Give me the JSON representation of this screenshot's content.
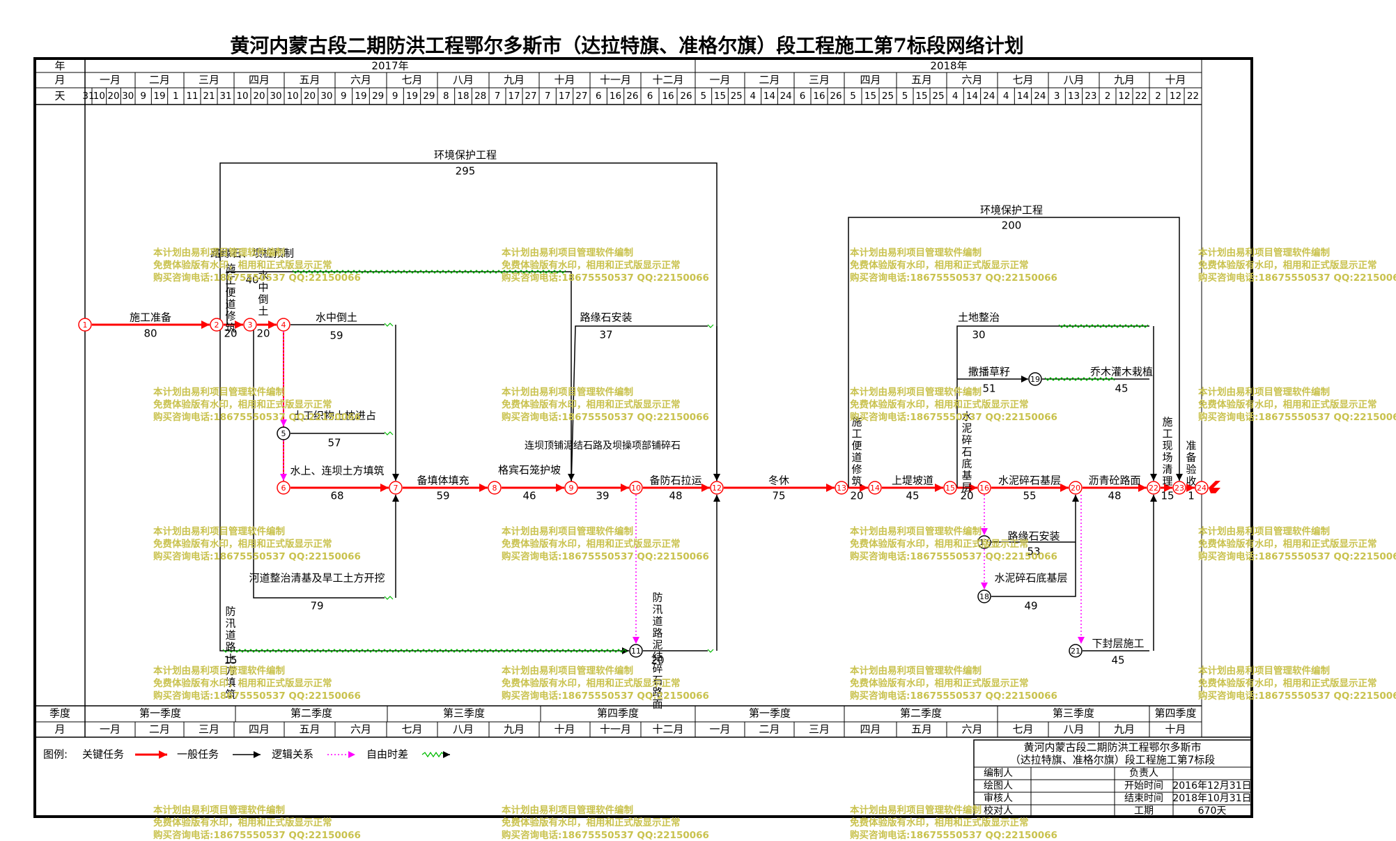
{
  "title": "黄河内蒙古段二期防洪工程鄂尔多斯市（达拉特旗、准格尔旗）段工程施工第7标段网络计划",
  "header": {
    "row_labels": {
      "year": "年",
      "month": "月",
      "day": "天"
    },
    "years": [
      "2017年",
      "2018年"
    ],
    "months_2017": [
      "一月",
      "二月",
      "三月",
      "四月",
      "五月",
      "六月",
      "七月",
      "八月",
      "九月",
      "十月",
      "十一月",
      "十二月"
    ],
    "months_2018": [
      "一月",
      "二月",
      "三月",
      "四月",
      "五月",
      "六月",
      "七月",
      "八月",
      "九月",
      "十月"
    ],
    "days": [
      "31",
      "10",
      "20",
      "30",
      "9",
      "19",
      "1",
      "11",
      "21",
      "31",
      "10",
      "20",
      "30",
      "10",
      "20",
      "30",
      "9",
      "19",
      "29",
      "9",
      "19",
      "29",
      "8",
      "18",
      "28",
      "7",
      "17",
      "27",
      "7",
      "17",
      "27",
      "6",
      "16",
      "26",
      "6",
      "16",
      "26",
      "5",
      "15",
      "25",
      "4",
      "14",
      "24",
      "6",
      "16",
      "26",
      "5",
      "15",
      "25",
      "5",
      "15",
      "25",
      "4",
      "14",
      "24",
      "4",
      "14",
      "24",
      "3",
      "13",
      "23",
      "2",
      "12",
      "22",
      "2",
      "12",
      "22"
    ]
  },
  "footer": {
    "row_labels": {
      "quarter": "季度",
      "month": "月"
    },
    "quarters": [
      "第一季度",
      "第二季度",
      "第三季度",
      "第四季度",
      "第一季度",
      "第二季度",
      "第三季度",
      "第四季度"
    ],
    "months": [
      "一月",
      "二月",
      "三月",
      "四月",
      "五月",
      "六月",
      "七月",
      "八月",
      "九月",
      "十月",
      "十一月",
      "十二月",
      "一月",
      "二月",
      "三月",
      "四月",
      "五月",
      "六月",
      "七月",
      "八月",
      "九月",
      "十月"
    ]
  },
  "legend": {
    "label": "图例:",
    "items": [
      "关键任务",
      "一般任务",
      "逻辑关系",
      "自由时差"
    ]
  },
  "info": {
    "title_line1": "黄河内蒙古段二期防洪工程鄂尔多斯市",
    "title_line2": "（达拉特旗、准格尔旗）段工程施工第7标段",
    "rows": [
      {
        "left": "编制人",
        "key": "负责人",
        "value": ""
      },
      {
        "left": "绘图人",
        "key": "开始时间",
        "value": "2016年12月31日"
      },
      {
        "left": "审核人",
        "key": "结束时间",
        "value": "2018年10月31日"
      },
      {
        "left": "校对人",
        "key": "工期",
        "value": "670天"
      }
    ]
  },
  "watermark": {
    "line1": "本计划由易利项目管理软件编制",
    "line2": "免费体验版有水印，相用和正式版显示正常",
    "line3": "购买咨询电话:18675550537 QQ:22150066"
  },
  "nodes": [
    "1",
    "2",
    "3",
    "4",
    "5",
    "6",
    "7",
    "8",
    "9",
    "10",
    "11",
    "12",
    "13",
    "14",
    "15",
    "16",
    "17",
    "18",
    "19",
    "20",
    "21",
    "22",
    "23",
    "24"
  ],
  "tasks": [
    {
      "name": "施工准备",
      "duration": "80"
    },
    {
      "name": "施工便道修筑",
      "duration": "20"
    },
    {
      "name": "路缘石、坝桩预制",
      "duration": "40"
    },
    {
      "name": "水中倒土",
      "duration": "20"
    },
    {
      "name": "水中倒土",
      "duration": "59"
    },
    {
      "name": "土工织物土枕进占",
      "duration": "57"
    },
    {
      "name": "水上、连坝土方填筑",
      "duration": "68"
    },
    {
      "name": "河道整治清基及旱工土方开挖",
      "duration": "79"
    },
    {
      "name": "防汛道路土方填筑",
      "duration": "15"
    },
    {
      "name": "环境保护工程",
      "duration": "295"
    },
    {
      "name": "备填体填充",
      "duration": "59"
    },
    {
      "name": "格宾石笼护坡",
      "duration": "46"
    },
    {
      "name": "路缘石安装",
      "duration": "37"
    },
    {
      "name": "连坝顶铺泥结石路及坝操项部铺碎石",
      "duration": "39"
    },
    {
      "name": "备防石拉运",
      "duration": "48"
    },
    {
      "name": "防汛道路泥结碎石路面",
      "duration": "20"
    },
    {
      "name": "冬休",
      "duration": "75"
    },
    {
      "name": "施工便道修筑",
      "duration": "20"
    },
    {
      "name": "上堤坡道",
      "duration": "45"
    },
    {
      "name": "水泥碎石底基层",
      "duration": "20"
    },
    {
      "name": "水泥碎石基层",
      "duration": "55"
    },
    {
      "name": "路缘石安装",
      "duration": "53"
    },
    {
      "name": "水泥碎石底基层",
      "duration": "49"
    },
    {
      "name": "沥青砼路面",
      "duration": "48"
    },
    {
      "name": "下封层施工",
      "duration": "45"
    },
    {
      "name": "土地整治",
      "duration": "30"
    },
    {
      "name": "撒播草籽",
      "duration": "51"
    },
    {
      "name": "乔木灌木栽植",
      "duration": "45"
    },
    {
      "name": "环境保护工程",
      "duration": "200"
    },
    {
      "name": "施工现场清理",
      "duration": "15"
    },
    {
      "name": "准备验收",
      "duration": "1"
    }
  ],
  "colors": {
    "critical": "#ff0000",
    "normal": "#000000",
    "free_float": "#00bb00",
    "logic": "#ff00ff",
    "watermark": "#c9c24e"
  }
}
